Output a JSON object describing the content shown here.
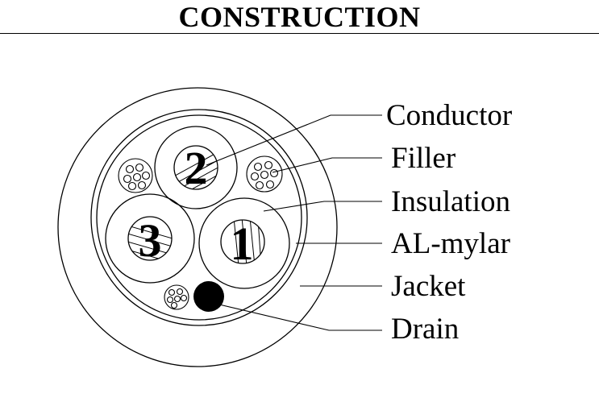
{
  "title": "CONSTRUCTION",
  "labels": {
    "conductor": "Conductor",
    "filler": "Filler",
    "insulation": "Insulation",
    "al_mylar": "AL-mylar",
    "jacket": "Jacket",
    "drain": "Drain"
  },
  "cores": {
    "core_1": "1",
    "core_2": "2",
    "core_3": "3"
  }
}
